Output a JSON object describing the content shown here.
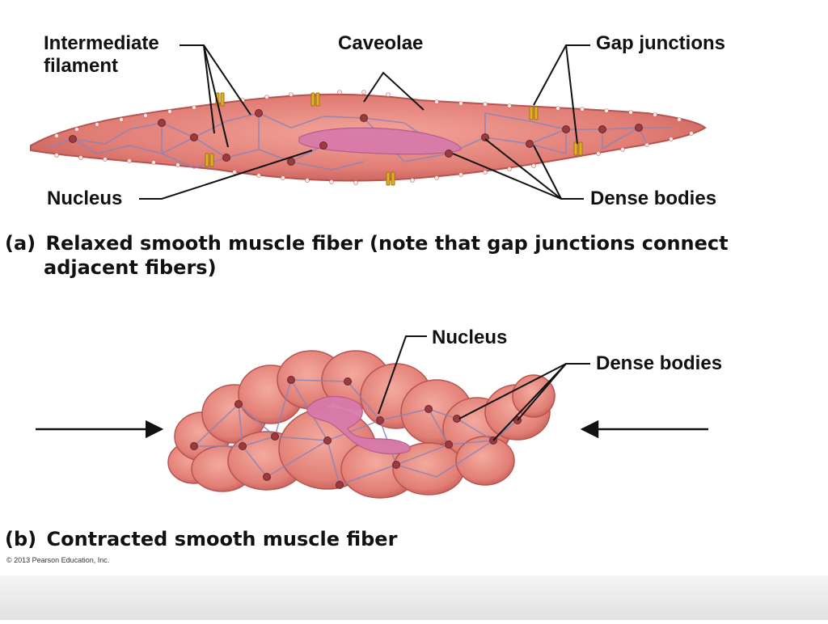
{
  "panel_a": {
    "labels": {
      "intermediate_filament_line1": "Intermediate",
      "intermediate_filament_line2": "filament",
      "caveolae": "Caveolae",
      "gap_junctions": "Gap junctions",
      "nucleus": "Nucleus",
      "dense_bodies": "Dense bodies"
    },
    "caption_tag": "(a)",
    "caption_line1": "Relaxed smooth muscle fiber (note that gap junctions connect",
    "caption_line2": "adjacent fibers)"
  },
  "panel_b": {
    "labels": {
      "nucleus": "Nucleus",
      "dense_bodies": "Dense bodies"
    },
    "caption_tag": "(b)",
    "caption": "Contracted smooth muscle fiber"
  },
  "copyright": "© 2013 Pearson Education, Inc.",
  "colors": {
    "fiber_fill": "#e8847c",
    "fiber_dark": "#c25a56",
    "nucleus": "#d77aaa",
    "filament": "#8a84b8",
    "dense_body": "#9c3b3f",
    "gap_junction": "#e3b020",
    "caveolae": "#fbe9e6"
  }
}
